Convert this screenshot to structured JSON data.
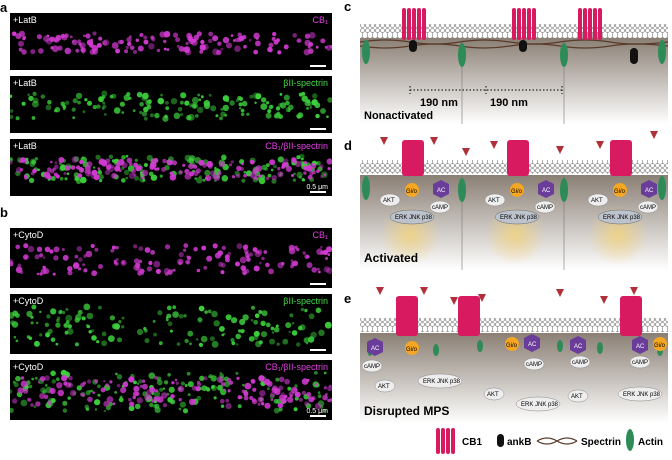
{
  "panels": {
    "a": {
      "letter": "a",
      "rows": [
        {
          "treatment": "+LatB",
          "channel": "CB₁",
          "channel_color": "#e040e0"
        },
        {
          "treatment": "+LatB",
          "channel": "βII-spectrin",
          "channel_color": "#44dd44"
        },
        {
          "treatment": "+LatB",
          "channel": "CB₁/βII-spectrin",
          "channel_color": "#e040e0",
          "scale": "0.5 μm"
        }
      ]
    },
    "b": {
      "letter": "b",
      "rows": [
        {
          "treatment": "+CytoD",
          "channel": "CB₁",
          "channel_color": "#e040e0"
        },
        {
          "treatment": "+CytoD",
          "channel": "βII-spectrin",
          "channel_color": "#44dd44"
        },
        {
          "treatment": "+CytoD",
          "channel": "CB₁/βII-spectrin",
          "channel_color": "#e040e0",
          "scale": "0.5 μm"
        }
      ]
    },
    "c": {
      "letter": "c",
      "state": "Nonactivated",
      "dist1": "190 nm",
      "dist2": "190 nm"
    },
    "d": {
      "letter": "d",
      "state": "Activated"
    },
    "e": {
      "letter": "e",
      "state": "Disrupted MPS"
    }
  },
  "signaling": {
    "gio": "Gi/o",
    "ac": "AC",
    "akt": "AKT",
    "camp": "cAMP",
    "erk": "ERK JNK p38"
  },
  "legend": {
    "cb1": "CB1",
    "ankb": "ankB",
    "spectrin": "Spectrin",
    "actin": "Actin"
  },
  "colors": {
    "cb1": "#d81b60",
    "ankb": "#111111",
    "actin": "#2e8b57",
    "gio": "#f5a623",
    "ac": "#6a3d9a",
    "ligand": "#b0303a"
  }
}
